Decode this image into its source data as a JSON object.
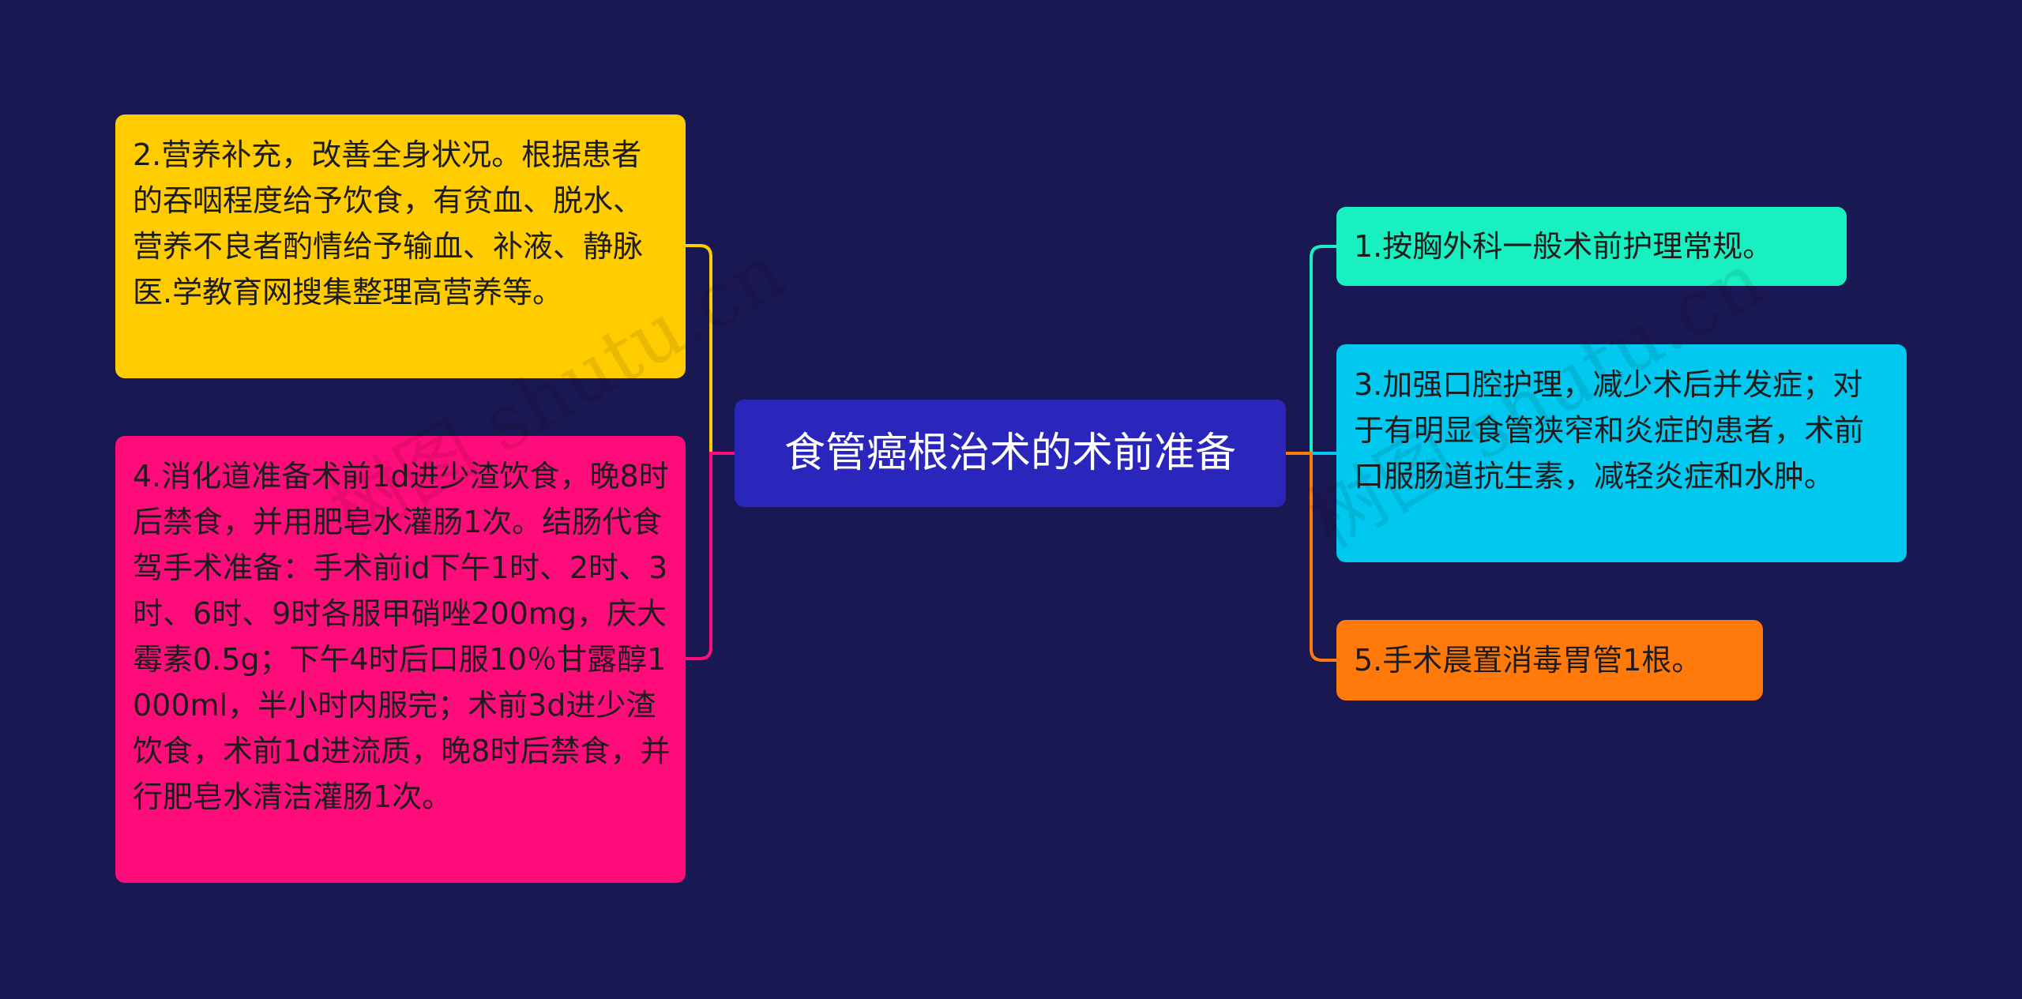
{
  "mindmap": {
    "root": {
      "text": "食管癌根治术的术前准备",
      "color": "#2b26bb"
    },
    "left": [
      {
        "text": "2.营养补充，改善全身状况。根据患者的吞咽程度给予饮食，有贫血、脱水、营养不良者酌情给予输血、补液、静脉医.学教育网搜集整理高营养等。",
        "color": "#ffcc00"
      },
      {
        "text": "4.消化道准备术前1d进少渣饮食，晚8时后禁食，并用肥皂水灌肠1次。结肠代食驾手术准备：手术前id下午1时、2时、3时、6时、9时各服甲硝唑200mg，庆大霉素0.5g；下午4时后口服10％甘露醇1000ml，半小时内服完；术前3d进少渣饮食，术前1d进流质，晚8时后禁食，并行肥皂水清洁灌肠1次。",
        "color": "#ff0c7b"
      }
    ],
    "right": [
      {
        "text": "1.按胸外科一般术前护理常规。",
        "color": "#19f0c2"
      },
      {
        "text": "3.加强口腔护理，减少术后并发症；对于有明显食管狭窄和炎症的患者，术前口服肠道抗生素，减轻炎症和水肿。",
        "color": "#00c8ee"
      },
      {
        "text": "5.手术晨置消毒胃管1根。",
        "color": "#ff7a0a"
      }
    ]
  },
  "watermark": {
    "text": "树图 shutu.cn"
  },
  "colors": {
    "background": "#1a1852"
  }
}
